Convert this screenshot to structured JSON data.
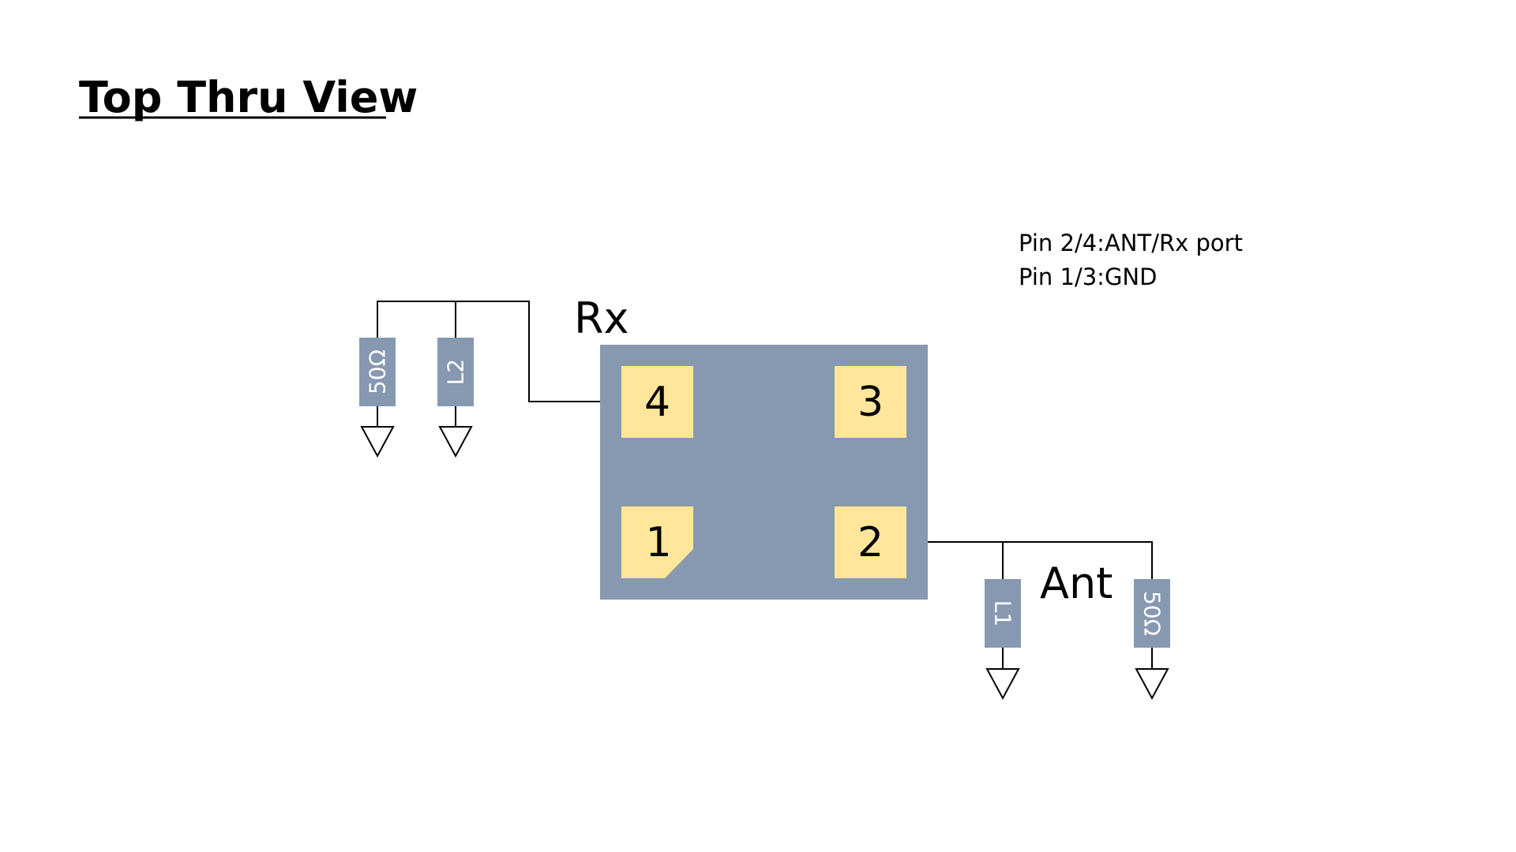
{
  "title": "Top Thru View",
  "notes": {
    "line1": "Pin 2/4:ANT/Rx port",
    "line2": "Pin 1/3:GND"
  },
  "labels": {
    "rx": "Rx",
    "ant": "Ant"
  },
  "pins": {
    "p1": "1",
    "p2": "2",
    "p3": "3",
    "p4": "4"
  },
  "components": {
    "rx_resistor": "50Ω",
    "rx_inductor": "L2",
    "ant_inductor": "L1",
    "ant_resistor": "50Ω"
  },
  "colors": {
    "package": "#8798B1",
    "pad": "#FFE69A",
    "component": "#8798B1",
    "wire": "#000000"
  }
}
